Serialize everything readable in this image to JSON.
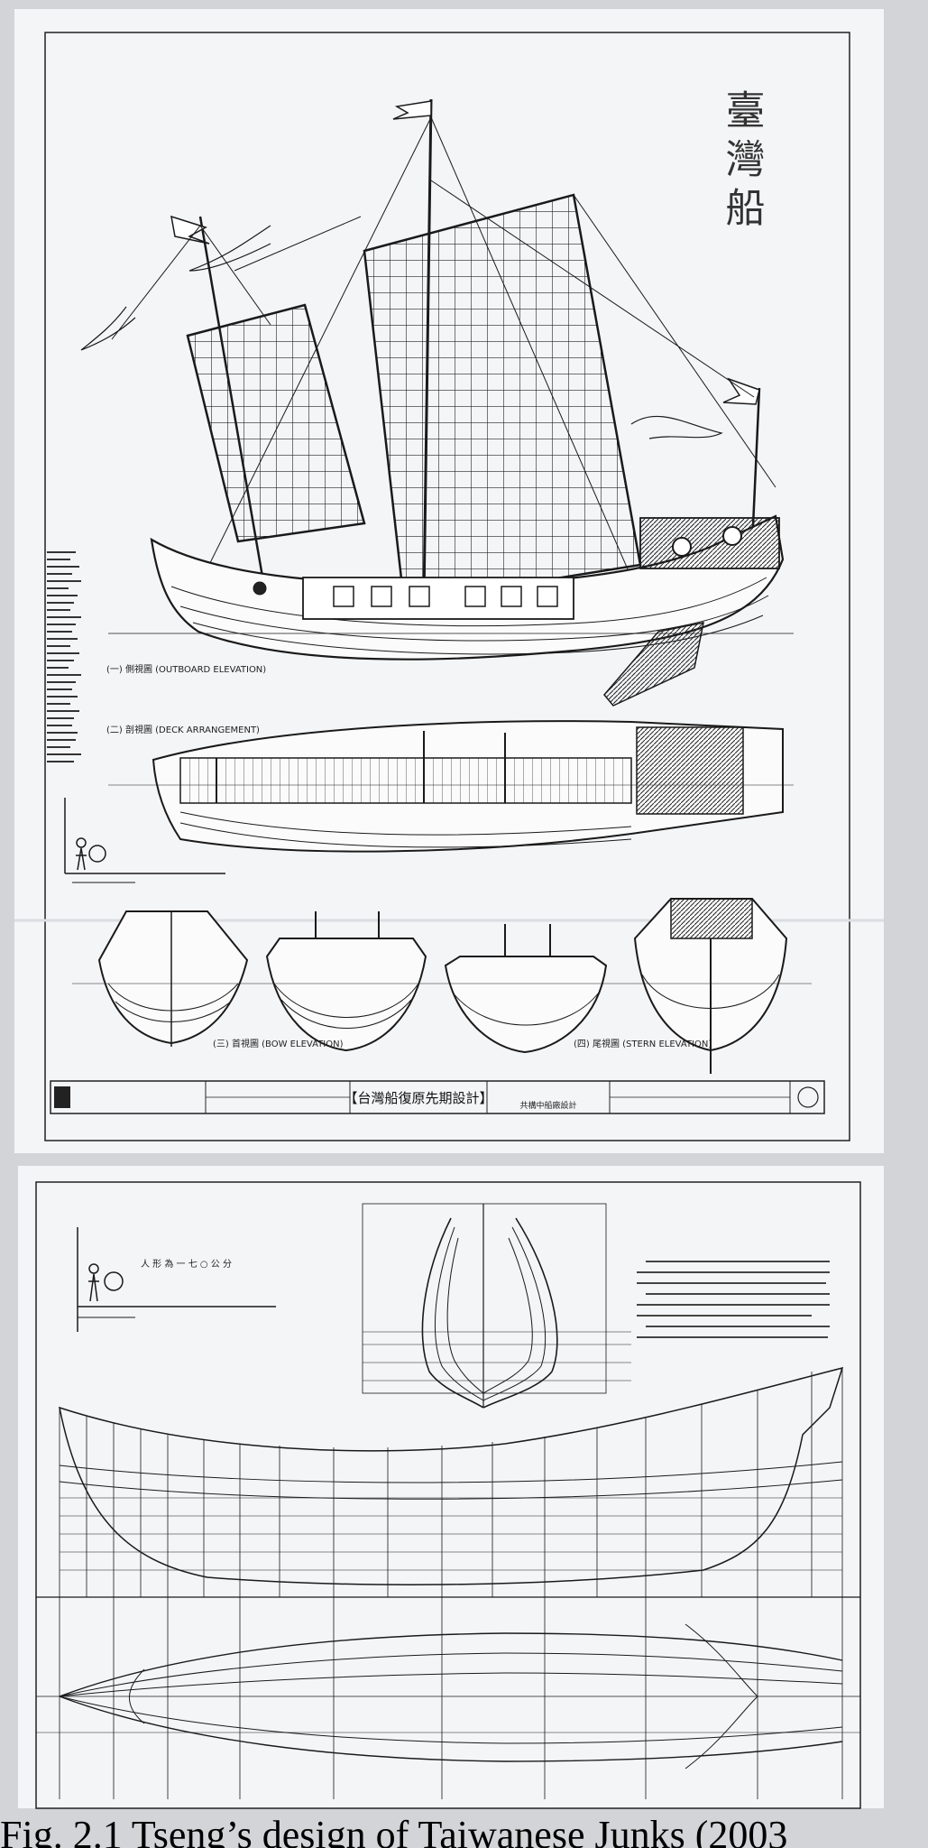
{
  "top_sheet": {
    "vertical_title": "臺灣船",
    "view_outboard": "(一)  側視圖 (OUTBOARD ELEVATION)",
    "view_deck": "(二)  剖視圖 (DECK ARRANGEMENT)",
    "view_bow": "(三)  首視圖 (BOW ELEVATION)",
    "view_stern": "(四)  尾視圖 (STERN ELEVATION)",
    "title_block_main": "【台灣船復原先期設計】",
    "title_block_sub": "共構中船廠設計"
  },
  "bottom_sheet": {
    "scale_caption": "人 形 為 一 七 ○ 公 分"
  },
  "caption": {
    "text": "Fig. 2.1 Tseng’s design of Taiwanese Junks (2003"
  },
  "colors": {
    "paper": "#f3f4f6",
    "backdrop": "#c9cbce",
    "ink": "#1a1a1a"
  }
}
